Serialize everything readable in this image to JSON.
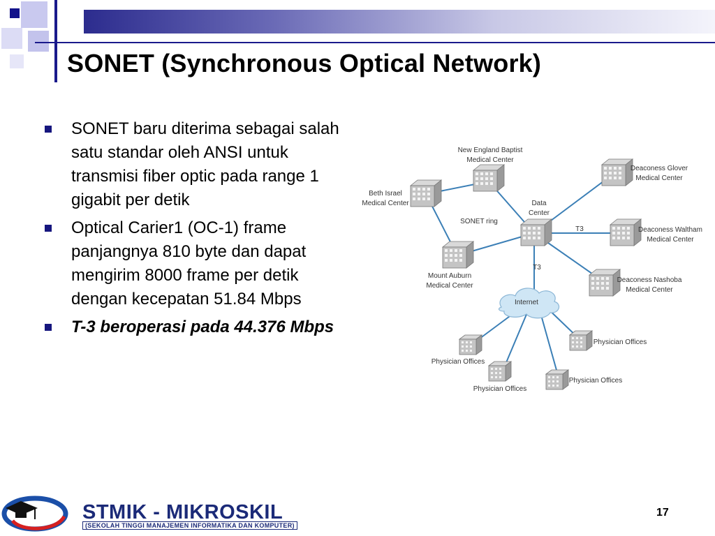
{
  "slide": {
    "title": "SONET (Synchronous Optical Network)",
    "bullets": [
      {
        "text": "SONET  baru diterima sebagai salah satu standar oleh ANSI untuk transmisi fiber optic pada range 1 gigabit per detik",
        "emphasis": false
      },
      {
        "text": "Optical Carier1 (OC-1) frame panjangnya  810 byte dan dapat  mengirim 8000 frame per detik dengan kecepatan 51.84 Mbps",
        "emphasis": false
      },
      {
        "text": "T-3 beroperasi pada 44.376 Mbps",
        "emphasis": true
      }
    ],
    "page_number": "17"
  },
  "diagram": {
    "nodes": {
      "new_england_1": "New England Baptist",
      "new_england_2": "Medical Center",
      "beth_israel_1": "Beth Israel",
      "beth_israel_2": "Medical Center",
      "data_center_1": "Data",
      "data_center_2": "Center",
      "sonet_ring": "SONET ring",
      "mount_auburn_1": "Mount Auburn",
      "mount_auburn_2": "Medical Center",
      "glover_1": "Deaconess Glover",
      "glover_2": "Medical Center",
      "waltham_1": "Deaconess Waltham",
      "waltham_2": "Medical Center",
      "nashoba_1": "Deaconess Nashoba",
      "nashoba_2": "Medical Center",
      "internet": "Internet",
      "physician_offices": "Physician Offices"
    },
    "link_labels": {
      "t3_right": "T3",
      "t3_down": "T3"
    }
  },
  "footer": {
    "logo_main": "STMIK - MIKROSKIL",
    "logo_sub": "(SEKOLAH TINGGI MANAJEMEN INFORMATIKA DAN KOMPUTER)"
  },
  "colors": {
    "bullet": "#16167e",
    "link_line": "#3b7fb6",
    "accent": "#1a1a8c"
  }
}
